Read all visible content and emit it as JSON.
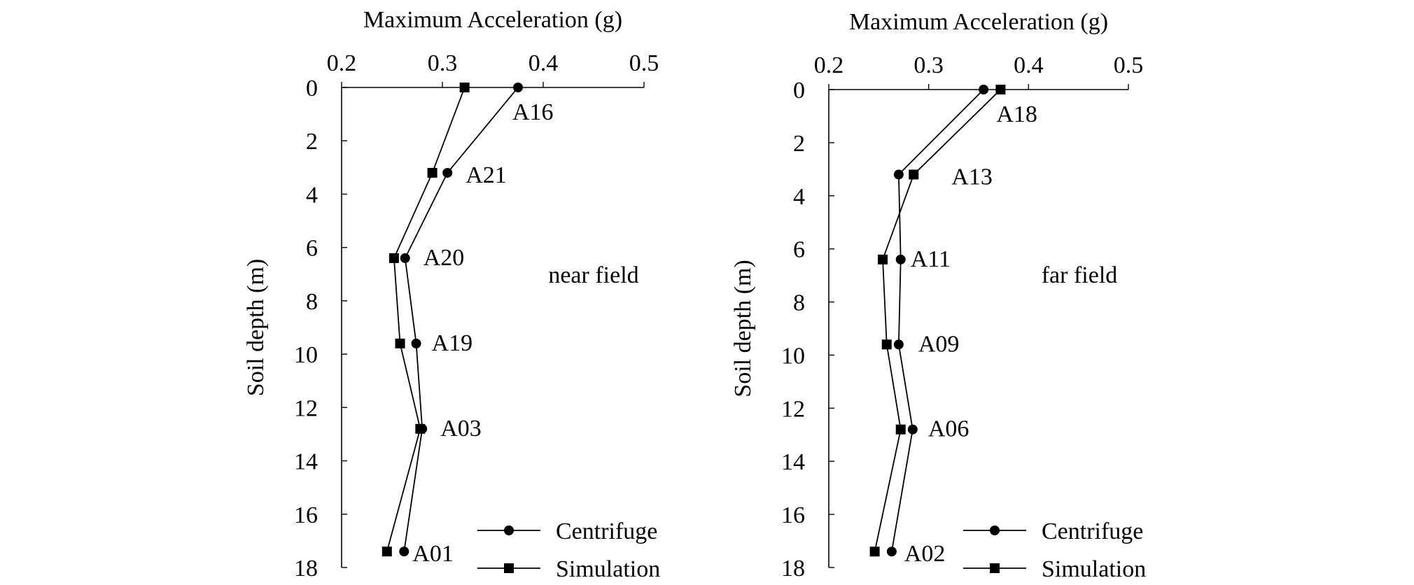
{
  "chart_data": [
    {
      "type": "line",
      "panel": "near field",
      "annotation": "near field",
      "xlabel": "Maximum Acceleration (g)",
      "ylabel": "Soil depth (m)",
      "xlim": [
        0.2,
        0.5
      ],
      "ylim": [
        0,
        18
      ],
      "x_ticks": [
        "0.2",
        "0.3",
        "0.4",
        "0.5"
      ],
      "y_ticks": [
        "0",
        "2",
        "4",
        "6",
        "8",
        "10",
        "12",
        "14",
        "16",
        "18"
      ],
      "x_axis_position": "top",
      "y_axis_inverted": true,
      "grid": false,
      "legend": {
        "position": "bottom-right",
        "entries": [
          "Centrifuge",
          "Simulation"
        ]
      },
      "series": [
        {
          "name": "Centrifuge",
          "marker": "circle",
          "points": [
            [
              0.375,
              0
            ],
            [
              0.305,
              3.2
            ],
            [
              0.263,
              6.4
            ],
            [
              0.274,
              9.6
            ],
            [
              0.28,
              12.8
            ],
            [
              0.262,
              17.4
            ]
          ]
        },
        {
          "name": "Simulation",
          "marker": "square",
          "points": [
            [
              0.322,
              0
            ],
            [
              0.29,
              3.2
            ],
            [
              0.252,
              6.4
            ],
            [
              0.258,
              9.6
            ],
            [
              0.278,
              12.8
            ],
            [
              0.245,
              17.4
            ]
          ]
        }
      ],
      "point_labels": [
        {
          "text": "A16",
          "x": 0.375,
          "y": 0
        },
        {
          "text": "A21",
          "x": 0.305,
          "y": 3.2
        },
        {
          "text": "A20",
          "x": 0.263,
          "y": 6.4
        },
        {
          "text": "A19",
          "x": 0.274,
          "y": 9.6
        },
        {
          "text": "A03",
          "x": 0.28,
          "y": 12.8
        },
        {
          "text": "A01",
          "x": 0.262,
          "y": 17.4
        }
      ]
    },
    {
      "type": "line",
      "panel": "far field",
      "annotation": "far field",
      "xlabel": "Maximum Acceleration (g)",
      "ylabel": "Soil depth (m)",
      "xlim": [
        0.2,
        0.5
      ],
      "ylim": [
        0,
        18
      ],
      "x_ticks": [
        "0.2",
        "0.3",
        "0.4",
        "0.5"
      ],
      "y_ticks": [
        "0",
        "2",
        "4",
        "6",
        "8",
        "10",
        "12",
        "14",
        "16",
        "18"
      ],
      "x_axis_position": "top",
      "y_axis_inverted": true,
      "grid": false,
      "legend": {
        "position": "bottom-right",
        "entries": [
          "Centrifuge",
          "Simulation"
        ]
      },
      "series": [
        {
          "name": "Centrifuge",
          "marker": "circle",
          "points": [
            [
              0.355,
              0
            ],
            [
              0.27,
              3.2
            ],
            [
              0.272,
              6.4
            ],
            [
              0.27,
              9.6
            ],
            [
              0.284,
              12.8
            ],
            [
              0.263,
              17.4
            ]
          ]
        },
        {
          "name": "Simulation",
          "marker": "square",
          "points": [
            [
              0.372,
              0
            ],
            [
              0.285,
              3.2
            ],
            [
              0.254,
              6.4
            ],
            [
              0.258,
              9.6
            ],
            [
              0.272,
              12.8
            ],
            [
              0.246,
              17.4
            ]
          ]
        }
      ],
      "point_labels": [
        {
          "text": "A18",
          "x": 0.372,
          "y": 0
        },
        {
          "text": "A13",
          "x": 0.285,
          "y": 3.2
        },
        {
          "text": "A11",
          "x": 0.272,
          "y": 6.4
        },
        {
          "text": "A09",
          "x": 0.27,
          "y": 9.6
        },
        {
          "text": "A06",
          "x": 0.284,
          "y": 12.8
        },
        {
          "text": "A02",
          "x": 0.263,
          "y": 17.4
        }
      ]
    }
  ]
}
